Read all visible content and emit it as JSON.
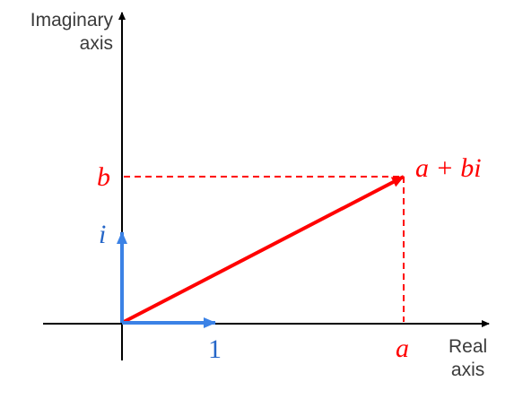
{
  "diagram": {
    "imaginary_axis_label": [
      "Imaginary",
      "axis"
    ],
    "real_axis_label": [
      "Real",
      "axis"
    ],
    "point_label": "a + bi",
    "b_label": "b",
    "a_label": "a",
    "i_label": "i",
    "one_label": "1",
    "colors": {
      "axis": "#000000",
      "complex_vector": "#ff0000",
      "unit_vectors": "#3b82e6",
      "dashed_guides": "#ff0000",
      "unit_labels": "#2566c8",
      "text": "#3a3a3a"
    }
  }
}
